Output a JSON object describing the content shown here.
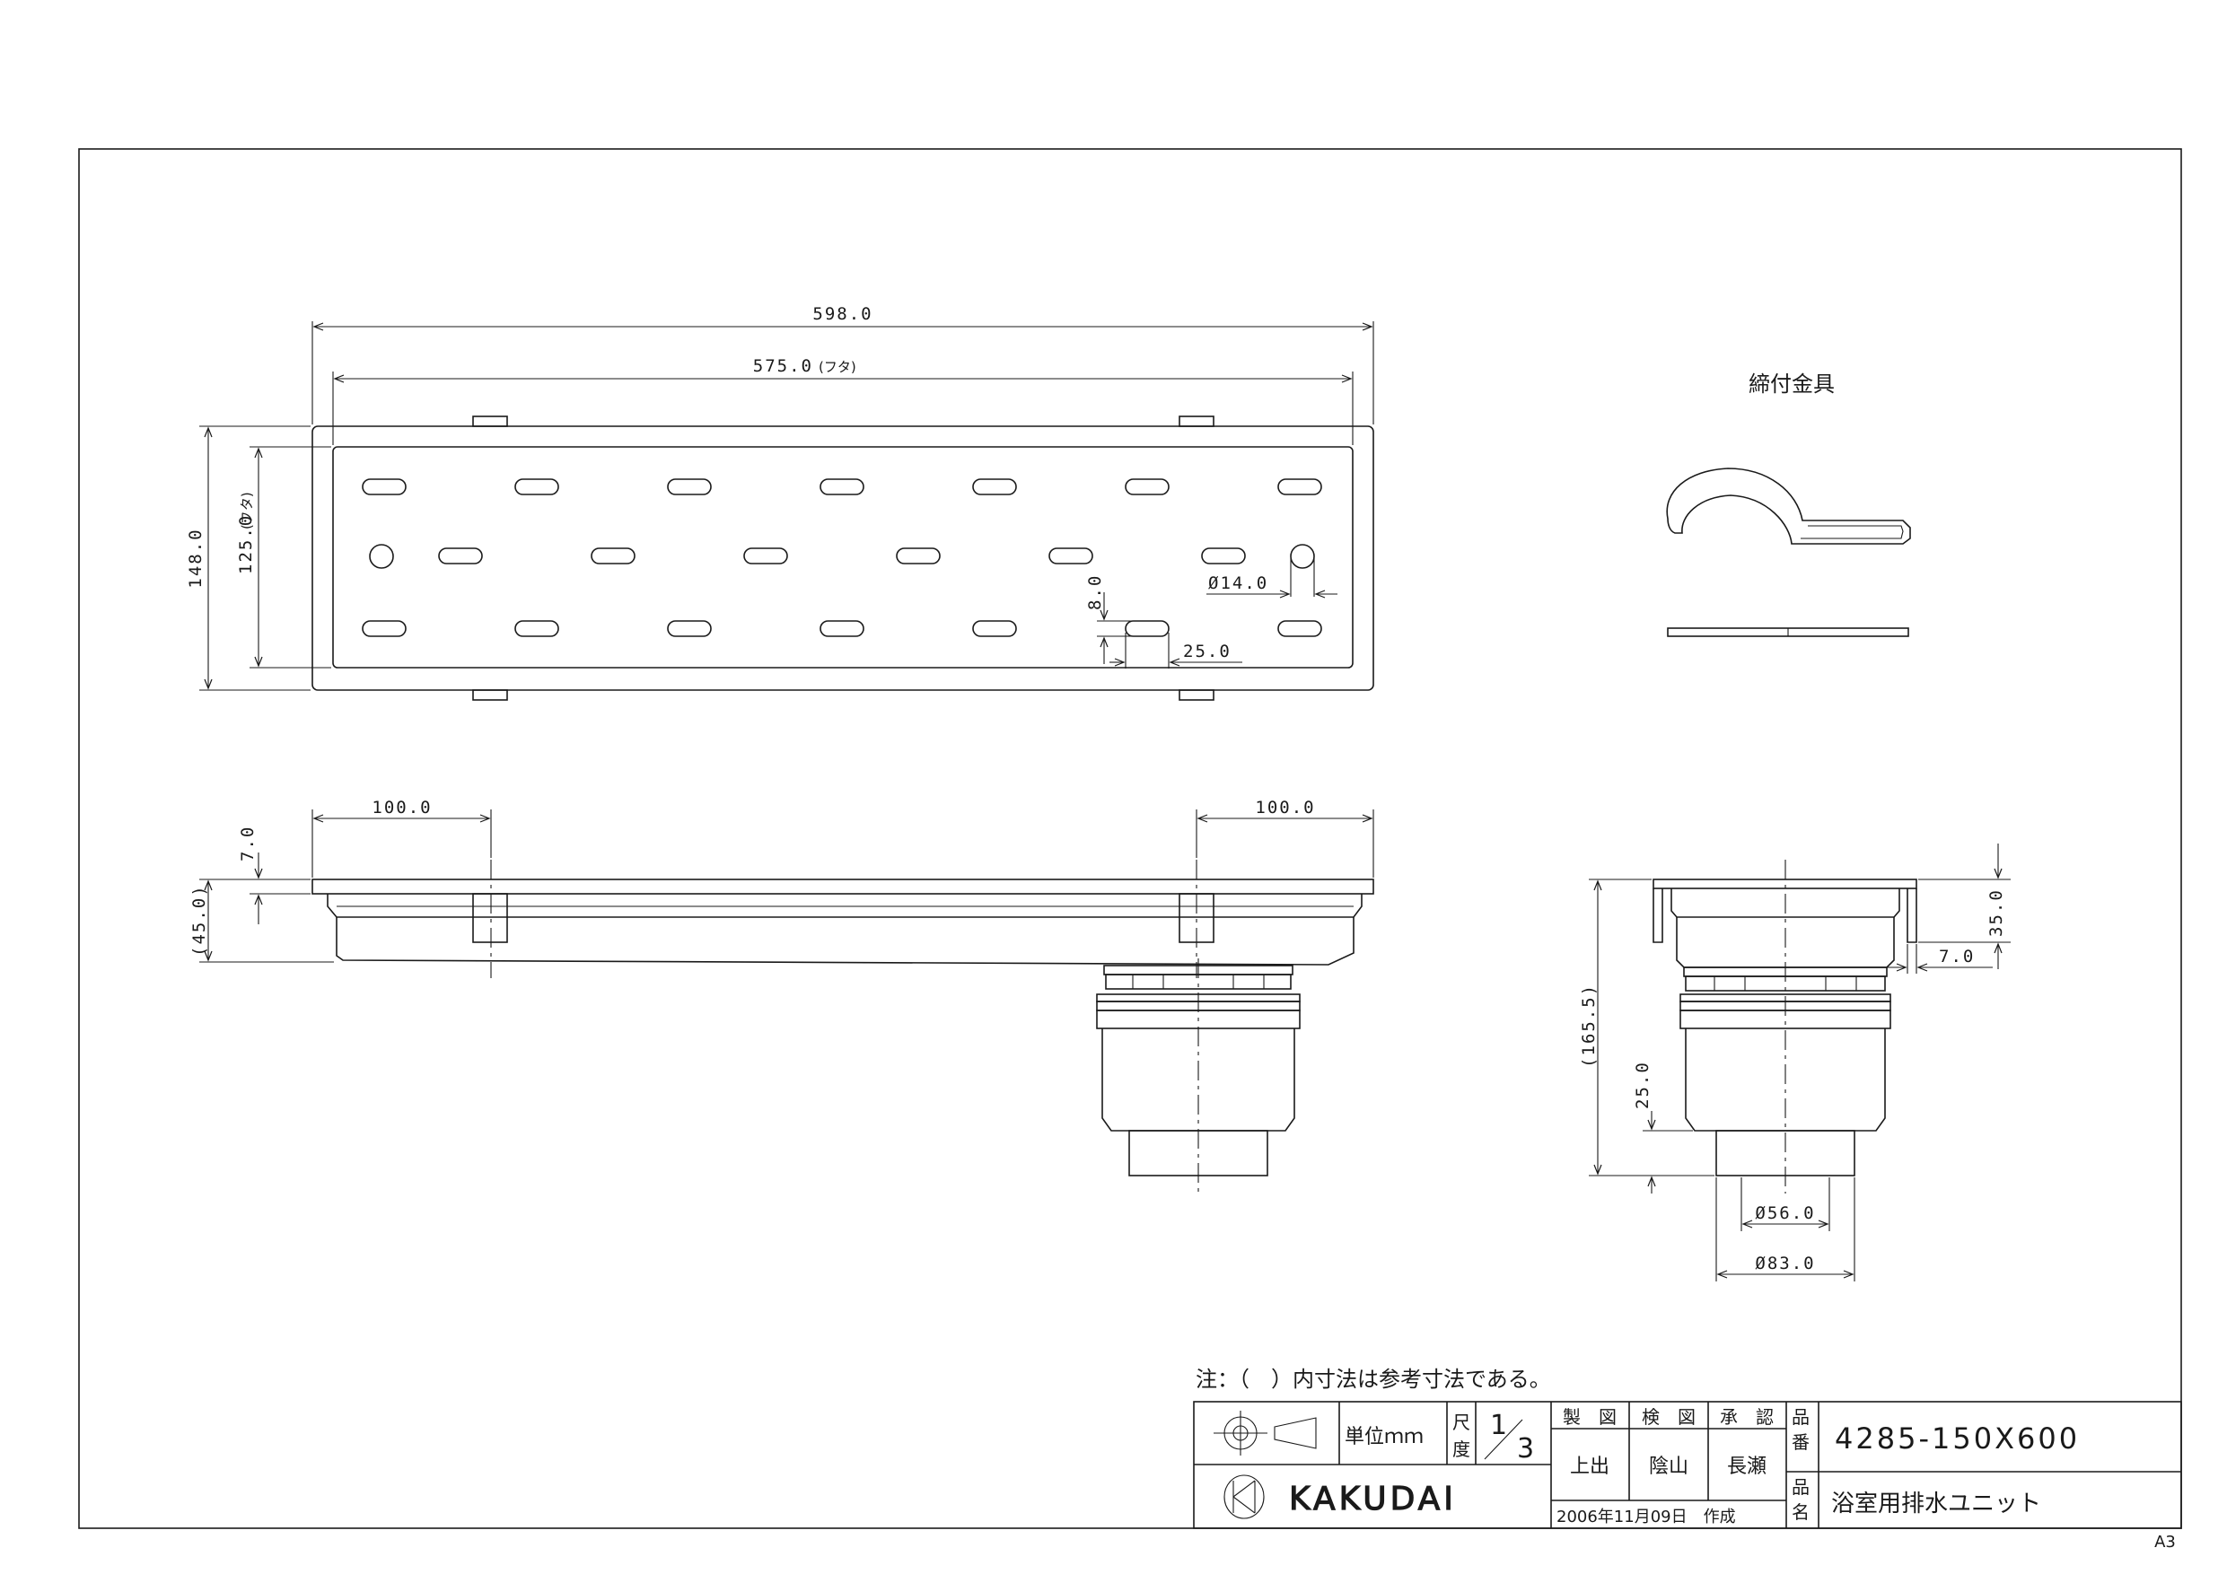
{
  "dimensions": {
    "overall_length": "598.0",
    "lid_length": "575.0",
    "lid_suffix": "(フタ)",
    "overall_width": "148.0",
    "lid_width": "125.0",
    "lid_width_suffix": "(フタ)",
    "hole_diameter": "Ø14.0",
    "slot_height": "8.0",
    "slot_length": "25.0",
    "end_offset_left": "100.0",
    "end_offset_right": "100.0",
    "flange_thickness": "7.0",
    "body_depth": "(45.0)",
    "total_height": "(165.5)",
    "side_depth": "35.0",
    "side_flange": "7.0",
    "outlet_length": "25.0",
    "outlet_inner_diameter": "Ø56.0",
    "outlet_outer_diameter": "Ø83.0"
  },
  "fitting_label": "締付金具",
  "note": "注：（　）内寸法は参考寸法である。",
  "title_block": {
    "unit_label": "単位ｍｍ",
    "scale_label_top": "尺",
    "scale_label_bottom": "度",
    "scale_num": "1",
    "scale_den": "3",
    "drawn_label": "製　図",
    "checked_label": "検　図",
    "approved_label": "承　認",
    "drawn_by": "上出",
    "checked_by": "陰山",
    "approved_by": "長瀬",
    "part_no_label_top": "品",
    "part_no_label_bottom": "番",
    "part_no": "4285-150X600",
    "part_name_label_top": "品",
    "part_name_label_bottom": "名",
    "part_name": "浴室用排水ユニット",
    "date": "2006年11月09日　作成",
    "company": "KAKUDAI"
  },
  "sheet_size": "A3"
}
